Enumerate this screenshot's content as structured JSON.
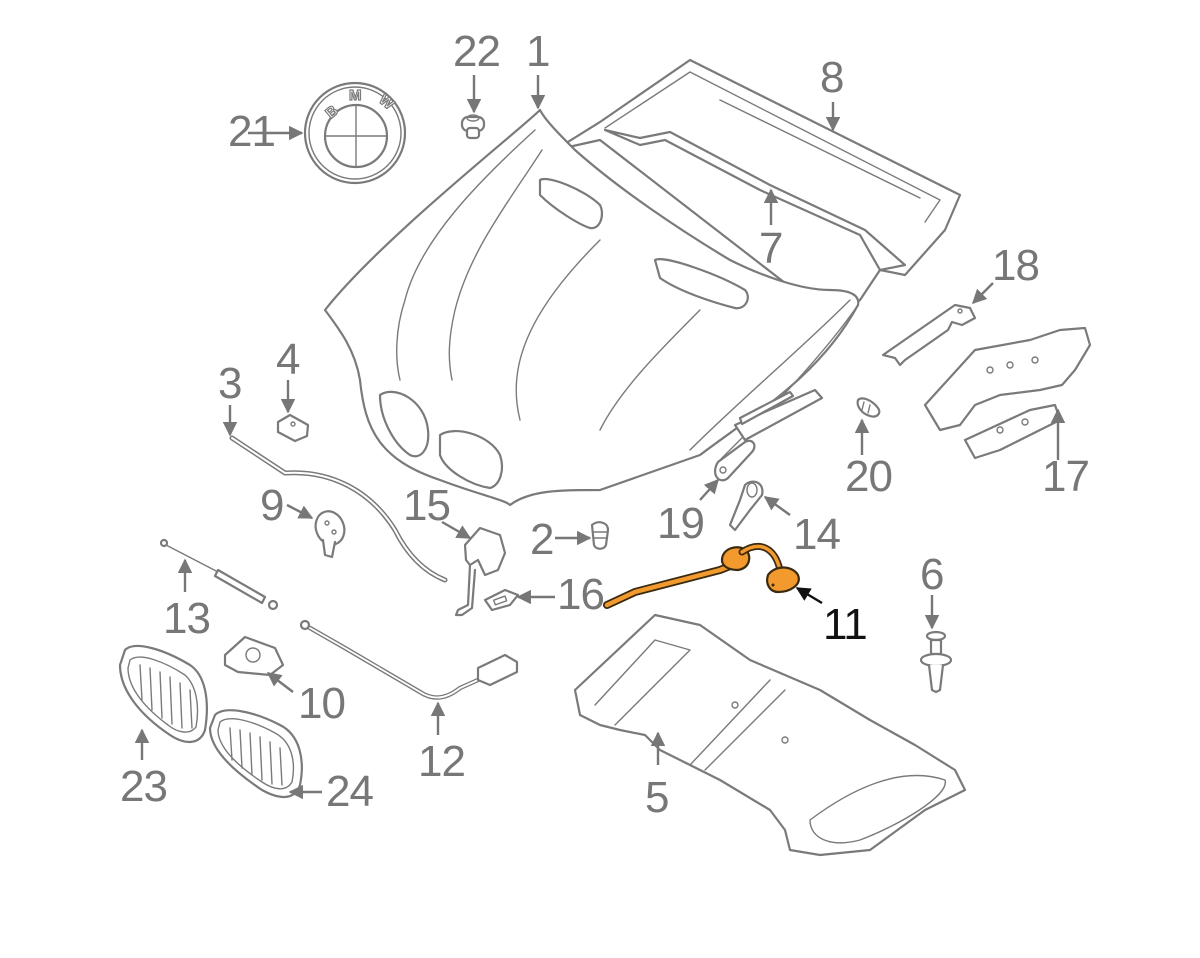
{
  "diagram": {
    "title": "Hood & Components Exploded Parts Diagram",
    "highlight_color": "#F29A2E",
    "label_color": "#777777",
    "active_label_color": "#111111",
    "highlighted_part": "11",
    "emblem_letters": [
      "B",
      "M",
      "W"
    ],
    "callouts": [
      {
        "number": "1",
        "part": "hood"
      },
      {
        "number": "2",
        "part": "bumper-stop"
      },
      {
        "number": "3",
        "part": "release-cable-front"
      },
      {
        "number": "4",
        "part": "bumper-pad"
      },
      {
        "number": "5",
        "part": "insulation-pad"
      },
      {
        "number": "6",
        "part": "push-clip"
      },
      {
        "number": "7",
        "part": "rear-seal"
      },
      {
        "number": "8",
        "part": "hood-seal"
      },
      {
        "number": "9",
        "part": "cable-holder"
      },
      {
        "number": "10",
        "part": "release-handle"
      },
      {
        "number": "11",
        "part": "support-rod"
      },
      {
        "number": "12",
        "part": "release-cable-rear"
      },
      {
        "number": "13",
        "part": "lift-support"
      },
      {
        "number": "14",
        "part": "bracket"
      },
      {
        "number": "15",
        "part": "latch"
      },
      {
        "number": "16",
        "part": "striker-cover"
      },
      {
        "number": "17",
        "part": "hinge"
      },
      {
        "number": "18",
        "part": "hinge-bracket"
      },
      {
        "number": "19",
        "part": "gas-strut"
      },
      {
        "number": "20",
        "part": "bumper-screw"
      },
      {
        "number": "21",
        "part": "emblem"
      },
      {
        "number": "22",
        "part": "grommet"
      },
      {
        "number": "23",
        "part": "grille-left"
      },
      {
        "number": "24",
        "part": "grille-right"
      }
    ]
  }
}
